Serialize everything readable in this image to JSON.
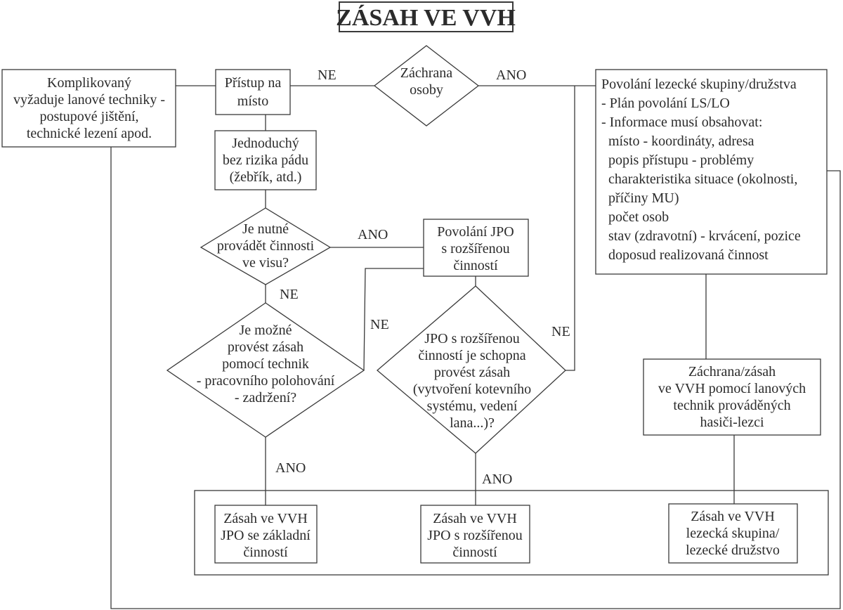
{
  "title": "ZÁSAH VE VVH",
  "nodes": {
    "rescue": [
      "Záchrana",
      "osoby"
    ],
    "access": [
      "Přístup na",
      "místo"
    ],
    "complicated": [
      "Komplikovaný",
      "vyžaduje lanové techniky -",
      "postupové jištění,",
      "technické lezení apod."
    ],
    "simple": [
      "Jednoduchý",
      "bez rizika pádu",
      "(žebřík, atd.)"
    ],
    "hanging": [
      "Je nutné",
      "provádět činnosti",
      "ve visu?"
    ],
    "positioning": [
      "Je možné",
      "provést zásah",
      "pomocí technik",
      "- pracovního polohování",
      "- zadržení?"
    ],
    "call_jpo": [
      "Povolání JPO",
      "s rozšířenou",
      "činností"
    ],
    "jpo_capable": [
      "JPO s rozšířenou",
      "činností je schopna",
      "provést zásah",
      "(vytvoření kotevního",
      "systému, vedení",
      "lana...)?"
    ],
    "call_climbers": [
      "Povolání lezecké skupiny/družstva",
      "- Plán povolání LS/LO",
      "- Informace musí obsahovat:",
      "místo - koordináty, adresa",
      "popis přístupu - problémy",
      "charakteristika situace (okolnosti,",
      "příčiny MU)",
      "počet osob",
      "stav (zdravotní) - krvácení, pozice",
      "doposud realizovaná činnost"
    ],
    "rope_rescue": [
      "Záchrana/zásah",
      "ve VVH pomocí lanových",
      "technik prováděných",
      "hasiči-lezci"
    ],
    "result_basic": [
      "Zásah ve VVH",
      "JPO se základní",
      "činností"
    ],
    "result_extended": [
      "Zásah ve VVH",
      "JPO s rozšířenou",
      "činností"
    ],
    "result_climbers": [
      "Zásah ve VVH",
      "lezecká skupina/",
      "lezecké družstvo"
    ]
  },
  "edge_labels": {
    "rescue_no": "NE",
    "rescue_yes": "ANO",
    "hanging_yes": "ANO",
    "hanging_no": "NE",
    "positioning_no": "NE",
    "positioning_yes": "ANO",
    "jpo_no": "NE",
    "jpo_yes": "ANO"
  },
  "colors": {
    "line": "#3a3a3a",
    "text": "#2b2b2b",
    "background": "#ffffff"
  }
}
